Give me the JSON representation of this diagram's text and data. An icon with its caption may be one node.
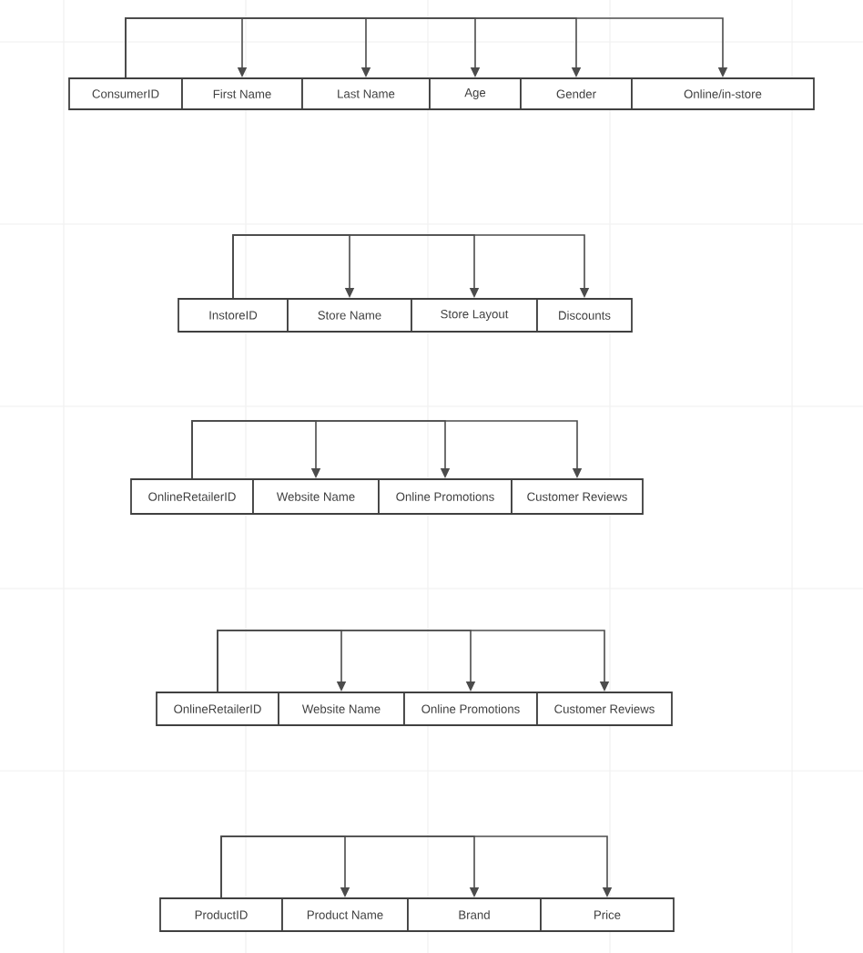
{
  "diagram": {
    "nodes": [
      {
        "text": [
          "ConsumerID"
        ]
      },
      {
        "text": [
          "First Name"
        ]
      },
      {
        "text": [
          "Last Name"
        ]
      },
      {
        "text": [
          "Age"
        ]
      },
      {
        "text": [
          "Gender"
        ]
      },
      {
        "text": [
          "Online/in-store"
        ]
      },
      {
        "text": [
          "InstoreID"
        ]
      },
      {
        "text": [
          "Store Name"
        ]
      },
      {
        "text": [
          "Store Layout"
        ]
      },
      {
        "text": [
          "Discounts"
        ]
      },
      {
        "text": [
          "OnlineRetailerID"
        ]
      },
      {
        "text": [
          "Website Name"
        ]
      },
      {
        "text": [
          "Online Promotions"
        ]
      },
      {
        "text": [
          "Customer Reviews"
        ]
      },
      {
        "text": [
          "OnlineRetailerID"
        ]
      },
      {
        "text": [
          "Website Name"
        ]
      },
      {
        "text": [
          "Online Promotions"
        ]
      },
      {
        "text": [
          "Customer Reviews"
        ]
      },
      {
        "text": [
          "ProductID"
        ]
      },
      {
        "text": [
          "Product Name"
        ]
      },
      {
        "text": [
          "Brand"
        ]
      },
      {
        "text": [
          "Price"
        ]
      }
    ],
    "edges": [
      {
        "from": 0,
        "to": 1,
        "arrow": "to"
      },
      {
        "from": 0,
        "to": 2,
        "arrow": "to"
      },
      {
        "from": 0,
        "to": 3,
        "arrow": "to"
      },
      {
        "from": 0,
        "to": 4,
        "arrow": "to"
      },
      {
        "from": 0,
        "to": 5,
        "arrow": "to"
      },
      {
        "from": 6,
        "to": 7,
        "arrow": "to"
      },
      {
        "from": 6,
        "to": 8,
        "arrow": "to"
      },
      {
        "from": 6,
        "to": 9,
        "arrow": "to"
      },
      {
        "from": 10,
        "to": 11,
        "arrow": "to"
      },
      {
        "from": 10,
        "to": 12,
        "arrow": "to"
      },
      {
        "from": 10,
        "to": 13,
        "arrow": "to"
      },
      {
        "from": 14,
        "to": 15,
        "arrow": "to"
      },
      {
        "from": 14,
        "to": 16,
        "arrow": "to"
      },
      {
        "from": 14,
        "to": 17,
        "arrow": "to"
      },
      {
        "from": 18,
        "to": 19,
        "arrow": "to"
      },
      {
        "from": 18,
        "to": 20,
        "arrow": "to"
      },
      {
        "from": 18,
        "to": 21,
        "arrow": "to"
      }
    ]
  }
}
